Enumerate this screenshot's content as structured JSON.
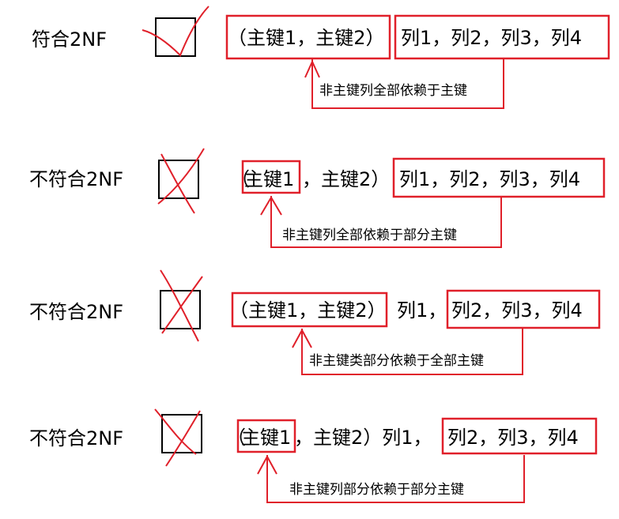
{
  "rows": [
    {
      "label": "符合2NF",
      "pk_group": "（主键1，主键2）",
      "cols_text": "列1，列2，列3，列4",
      "note": "非主键列全部依赖于主键"
    },
    {
      "label": "不符合2NF",
      "open_paren": "（",
      "pk1": "主键1",
      "pk_rest": "，主键2）",
      "cols_text": "列1，列2，列3，列4",
      "note": "非主键列全部依赖于部分主键"
    },
    {
      "label": "不符合2NF",
      "pk_group": "（主键1，主键2）",
      "col1": "列1，",
      "cols_rest": "列2，列3，列4",
      "note": "非主键类部分依赖于全部主键"
    },
    {
      "label": "不符合2NF",
      "open_paren": "（",
      "pk1": "主键1",
      "pk_rest": "，主键2）列1，",
      "cols_rest": "列2，列3，列4",
      "note": "非主键列部分依赖于部分主键"
    }
  ],
  "colors": {
    "annotation": "#e0202a",
    "box": "#000000"
  },
  "icons": [
    "check-mark-icon",
    "cross-mark-icon"
  ]
}
